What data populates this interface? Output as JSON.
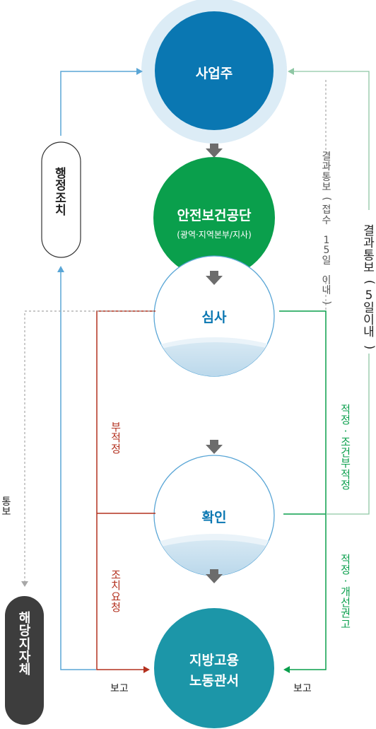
{
  "colors": {
    "blue": "#0a77b2",
    "blue_halo": "#dcecf6",
    "green": "#0a9f4c",
    "teal": "#1c96a8",
    "red": "#b3301e",
    "light_blue_line": "#5aa6d6",
    "dark_box": "#3d3d3d",
    "gray_arrow": "#6c6c6c",
    "ring_border": "#5aa6d6",
    "dashed": "#a8a8a8"
  },
  "nodes": {
    "employer": "사업주",
    "kosha": "안전보건공단",
    "kosha_sub": "(광역·지역본부/지사)",
    "review": "심사",
    "confirm": "확인",
    "labor_office_line1": "지방고용",
    "labor_office_line2": "노동관서"
  },
  "labels": {
    "admin_action": "행정조치",
    "result_notice_14": "결과통보(접수 15일 이내)",
    "result_notice_5": "결과통보(5일이내)",
    "unsuitable": "부적정",
    "correction_request": "조치요청",
    "suitable_conditional": "적정·조건부적정",
    "suitable_improvement": "적정·개선권고",
    "notify": "통보",
    "local_government": "해당지자체",
    "report_left": "보고",
    "report_right": "보고"
  }
}
